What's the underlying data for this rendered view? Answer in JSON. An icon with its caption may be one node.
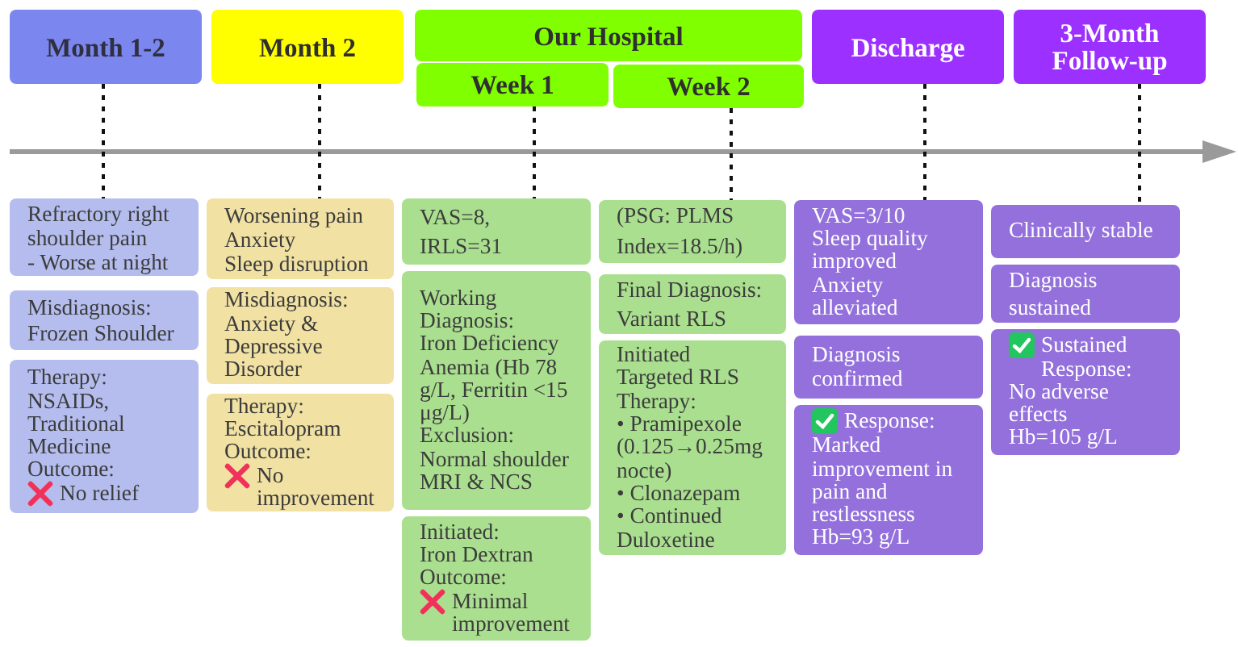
{
  "diagram": {
    "nodes": [
      {
        "text": [
          "Month 1-2"
        ]
      },
      {
        "text": [
          "Month 2"
        ]
      },
      {
        "text": [
          "Our Hospital"
        ]
      },
      {
        "text": [
          "Week 1"
        ]
      },
      {
        "text": [
          "Week 2"
        ]
      },
      {
        "text": [
          "Discharge"
        ]
      },
      {
        "text": [
          "3-Month Follow-up"
        ]
      },
      {
        "text": [
          "Refractory right shoulder pain",
          "- Worse at night"
        ]
      },
      {
        "text": [
          "Misdiagnosis: Frozen Shoulder"
        ]
      },
      {
        "text": [
          "Therapy: NSAIDs, Traditional Medicine",
          "Outcome:",
          "No relief"
        ]
      },
      {
        "text": [
          "Worsening pain",
          "Anxiety",
          "Sleep disruption"
        ]
      },
      {
        "text": [
          "Misdiagnosis: Anxiety & Depressive Disorder"
        ]
      },
      {
        "text": [
          "Therapy: Escitalopram",
          "Outcome:",
          "No improvement"
        ]
      },
      {
        "text": [
          "VAS=8, IRLS=31"
        ]
      },
      {
        "text": [
          "Working Diagnosis:",
          "Iron Deficiency Anemia (Hb 78 g/L, Ferritin <15 μg/L)",
          "Exclusion: Normal shoulder MRI & NCS"
        ]
      },
      {
        "text": [
          "Initiated:",
          "Iron Dextran",
          "Outcome:",
          "Minimal improvement"
        ]
      },
      {
        "text": [
          "(PSG: PLMS Index=18.5/h)"
        ]
      },
      {
        "text": [
          "Final Diagnosis: Variant RLS"
        ]
      },
      {
        "text": [
          "Initiated Targeted RLS Therapy:",
          "• Pramipexole (0.125→0.25mg nocte)",
          "• Clonazepam",
          "• Continued Duloxetine"
        ]
      },
      {
        "text": [
          "VAS=3/10",
          "Sleep quality improved",
          "Anxiety alleviated"
        ]
      },
      {
        "text": [
          "Diagnosis confirmed"
        ]
      },
      {
        "text": [
          "Response:",
          "Marked improvement in pain and restlessness",
          "Hb=93 g/L"
        ]
      },
      {
        "text": [
          "Clinically stable"
        ]
      },
      {
        "text": [
          "Diagnosis sustained"
        ]
      },
      {
        "text": [
          "Sustained Response:",
          "No adverse effects",
          "Hb=105 g/L"
        ]
      }
    ],
    "edges": [
      {
        "from": 0,
        "to": 7,
        "arrow": "none",
        "style": "dashed"
      },
      {
        "from": 1,
        "to": 10,
        "arrow": "none",
        "style": "dashed"
      },
      {
        "from": 3,
        "to": 13,
        "arrow": "none",
        "style": "dashed"
      },
      {
        "from": 4,
        "to": 16,
        "arrow": "none",
        "style": "dashed"
      },
      {
        "from": 5,
        "to": 19,
        "arrow": "none",
        "style": "dashed"
      },
      {
        "from": 6,
        "to": 22,
        "arrow": "none",
        "style": "dashed"
      }
    ]
  }
}
